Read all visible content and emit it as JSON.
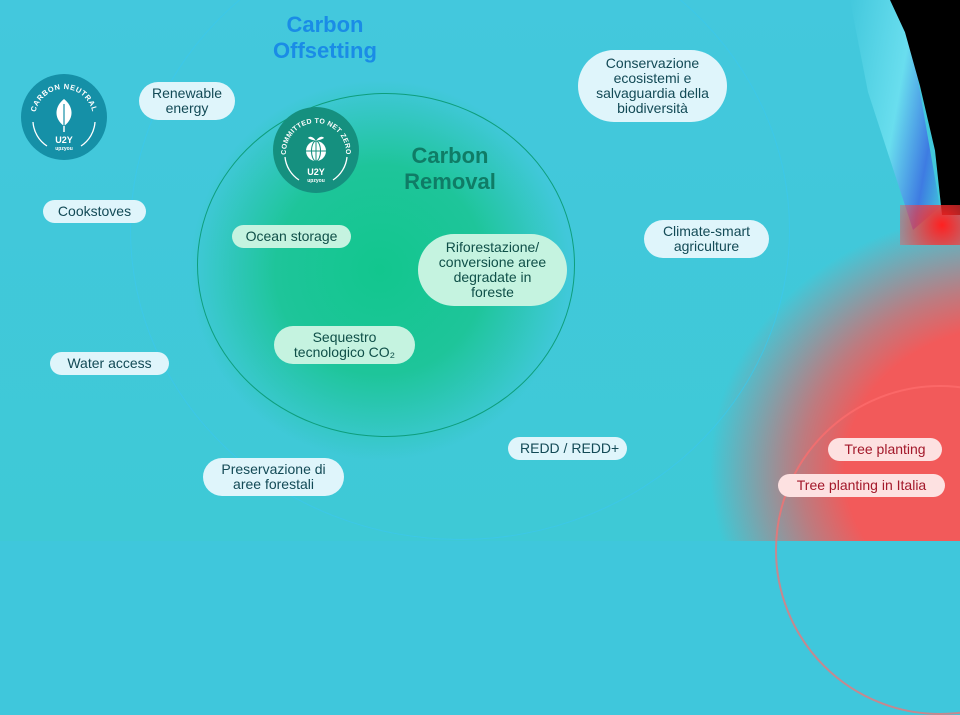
{
  "headings": {
    "offsetting": "Carbon\nOffsetting",
    "offsetting_line1": "Carbon",
    "offsetting_line2": "Offsetting",
    "removal_line1": "Carbon",
    "removal_line2": "Removal"
  },
  "badges": {
    "carbon_neutral": {
      "arc_text": "CARBON NEUTRAL",
      "logo": "U2Y",
      "brand": "upzyou",
      "icon": "leaf-icon"
    },
    "net_zero": {
      "arc_text": "COMMITTED TO NET ZERO",
      "logo": "U2Y",
      "brand": "upzyou",
      "icon": "globe-sprout-icon"
    }
  },
  "offsetting_items": [
    {
      "label": "Renewable\nenergy",
      "l1": "Renewable",
      "l2": "energy"
    },
    {
      "label": "Cookstoves"
    },
    {
      "label": "Water access"
    },
    {
      "label": "Preservazione di aree forestali",
      "l1": "Preservazione di",
      "l2": "aree forestali"
    },
    {
      "label": "REDD / REDD+"
    },
    {
      "label": "Climate-smart agriculture",
      "l1": "Climate-smart",
      "l2": "agriculture"
    },
    {
      "label": "Conservazione ecosistemi e salvaguardia della biodiversità",
      "l1": "Conservazione",
      "l2": "ecosistemi e",
      "l3": "salvaguardia della",
      "l4": "biodiversità"
    }
  ],
  "removal_items": [
    {
      "label": "Ocean storage"
    },
    {
      "label": "Riforestazione/ conversione aree degradate in foreste",
      "l1": "Riforestazione/",
      "l2": "conversione aree",
      "l3": "degradate in",
      "l4": "foreste"
    },
    {
      "label": "Sequestro tecnologico CO₂",
      "l1": "Sequestro",
      "l2": "tecnologico CO₂"
    }
  ],
  "italy_items": [
    {
      "label": "Tree planting"
    },
    {
      "label": "Tree planting in Italia"
    }
  ],
  "colors": {
    "offset_heading": "#1a8ce6",
    "removal_heading": "#0f7c66",
    "red_zone": "#f25a5a",
    "green_zone": "#12c68e",
    "blue_zone": "#43c8dd"
  }
}
